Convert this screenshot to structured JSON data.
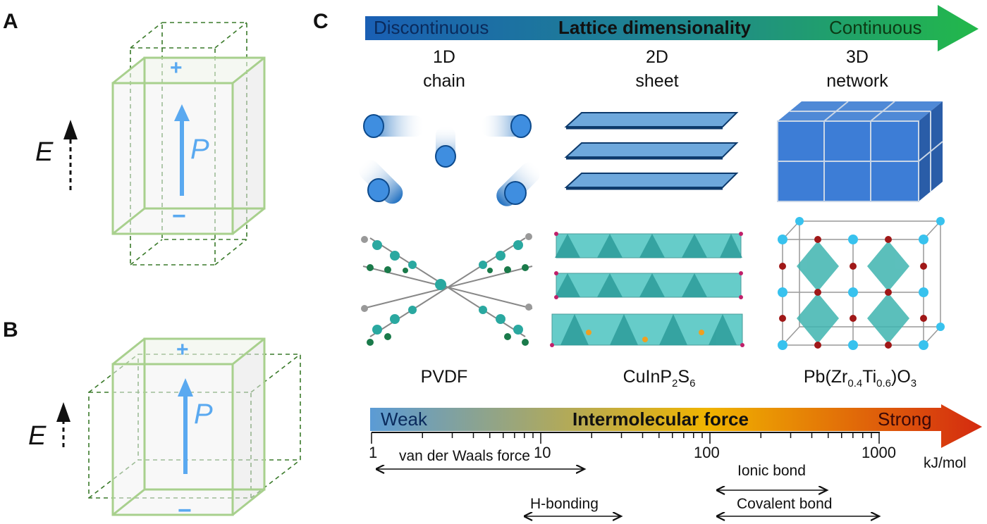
{
  "panels": {
    "a": "A",
    "b": "B",
    "c": "C"
  },
  "panel_a": {
    "plus": "+",
    "minus": "−",
    "polarization": "P",
    "field": "E"
  },
  "panel_b": {
    "plus": "+",
    "minus": "−",
    "polarization": "P",
    "field": "E"
  },
  "lattice_arrow": {
    "left": "Discontinuous",
    "center": "Lattice dimensionality",
    "right": "Continuous",
    "color_start": "#1a5fb4",
    "color_end": "#22b84a"
  },
  "dimensions": [
    {
      "dim": "1D",
      "desc": "chain"
    },
    {
      "dim": "2D",
      "desc": "sheet"
    },
    {
      "dim": "3D",
      "desc": "network"
    }
  ],
  "materials": {
    "pvdf": "PVDF",
    "cips": {
      "a": "CuInP",
      "b": "2",
      "c": "S",
      "d": "6"
    },
    "pzt": {
      "a": "Pb(Zr",
      "b": "0.4",
      "c": "Ti",
      "d": "0.6",
      "e": ")O",
      "f": "3"
    }
  },
  "force_arrow": {
    "left": "Weak",
    "center": "Intermolecular force",
    "right": "Strong",
    "color_start": "#5b9bd5",
    "color_mid": "#f0b400",
    "color_end": "#d42a10"
  },
  "scale": {
    "ticks": [
      "1",
      "10",
      "100",
      "1000"
    ],
    "unit": "kJ/mol"
  },
  "bonds": [
    {
      "name": "van der Waals force"
    },
    {
      "name": "H-bonding"
    },
    {
      "name": "Ionic bond"
    },
    {
      "name": "Covalent bond"
    }
  ],
  "colors": {
    "box_green": "#a8d08d",
    "dash_green": "#3a7a2a",
    "accent_blue": "#5aa9f0"
  }
}
